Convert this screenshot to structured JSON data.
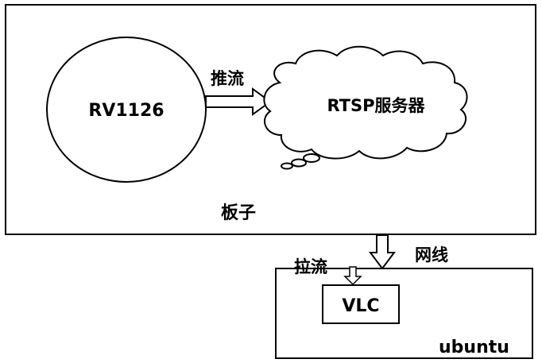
{
  "board": {
    "label": "板子"
  },
  "device": {
    "label": "RV1126"
  },
  "push": {
    "label": "推流"
  },
  "server": {
    "label": "RTSP服务器"
  },
  "network": {
    "label": "网线"
  },
  "pull": {
    "label": "拉流"
  },
  "player": {
    "label": "VLC"
  },
  "host": {
    "label": "ubuntu"
  }
}
